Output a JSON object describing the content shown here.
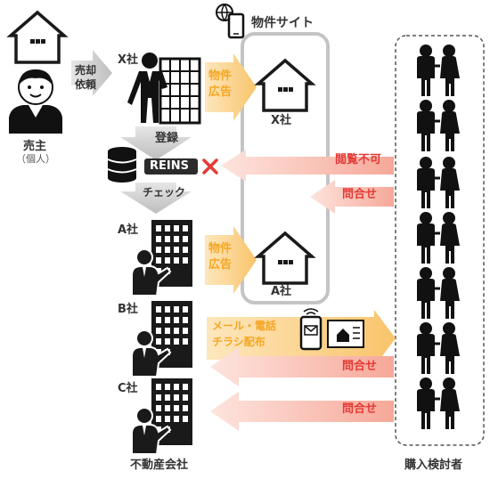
{
  "labels": {
    "site_title": "物件サイト",
    "seller": "売主",
    "seller_sub": "（個人）",
    "sale_request_line1": "売却",
    "sale_request_line2": "依頼",
    "x_company": "X社",
    "x_company_site": "X社",
    "property_ad_line1": "物件",
    "property_ad_line2": "広告",
    "registration": "登録",
    "reins": "REINS",
    "check": "チェック",
    "view_not_allowed": "閲覧不可",
    "inquiry_1": "問合せ",
    "a_company": "A社",
    "a_company_site": "A社",
    "property_ad2_line1": "物件",
    "property_ad2_line2": "広告",
    "b_company": "B社",
    "mail_phone": "メール・電話",
    "flyer": "チラシ配布",
    "inquiry_2": "問合せ",
    "c_company": "C社",
    "inquiry_3": "問合せ",
    "real_estate_companies": "不動産会社",
    "prospective_buyers": "購入検討者"
  },
  "colors": {
    "arrow_gray": "#c8c8c8",
    "arrow_orange": "#fbd08a",
    "arrow_pink": "#f7b9ad",
    "text_orange": "#f5a623",
    "text_red": "#e53935",
    "icon_black": "#1a1a1a"
  },
  "icons": [
    "house-icon",
    "seller-person-icon",
    "agent-building-icon",
    "database-icon",
    "cross-icon",
    "smartphone-icon",
    "flyer-icon",
    "couple-icon"
  ]
}
